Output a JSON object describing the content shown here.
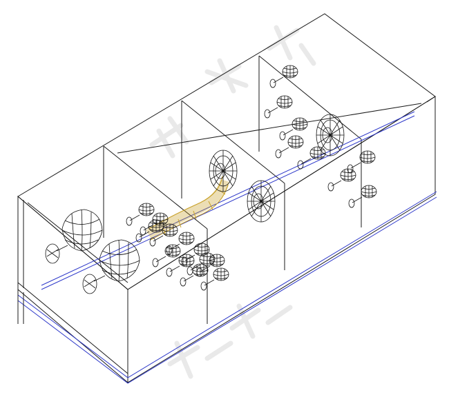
{
  "scene": {
    "render_style": "wireframe",
    "subject": "display-cabinet-with-glassware",
    "colors": {
      "background": "#ffffff",
      "cabinet_edges": "#1a1a1a",
      "base_rail": "#2c37c9",
      "highlighted_pipe": "#c8a12a",
      "watermark": "#d7d7d7"
    }
  },
  "objects": {
    "cabinet_bays": 4,
    "wine_glasses": 20,
    "bowl_goblets": 2,
    "round_plates": 3,
    "highlighted_pipe": 1
  }
}
